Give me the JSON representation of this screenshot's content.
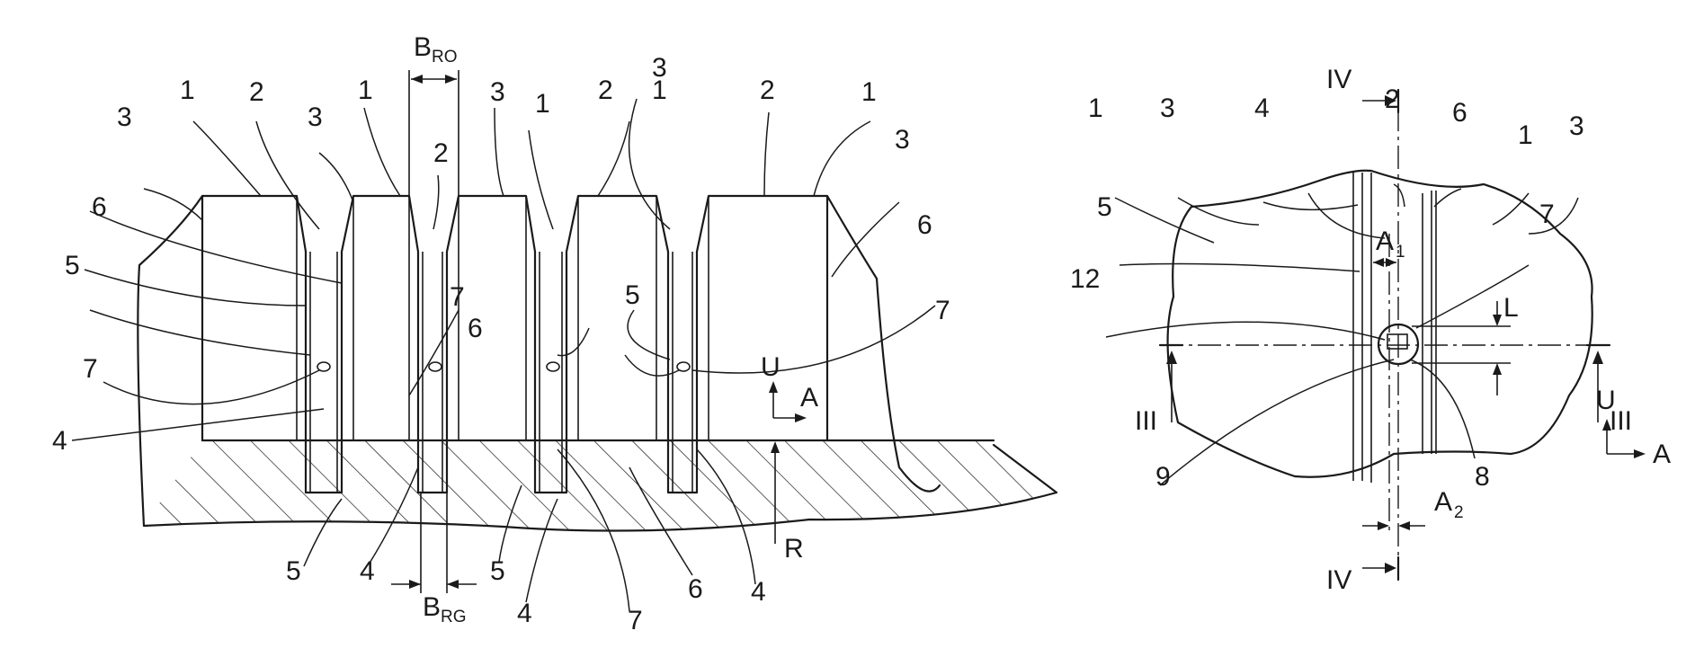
{
  "left_view": {
    "labels": {
      "1": "1",
      "2": "2",
      "3": "3",
      "4": "4",
      "5": "5",
      "6": "6",
      "7": "7",
      "B": "B",
      "RO": "RO",
      "RG": "RG",
      "U": "U",
      "A": "A",
      "R": "R"
    }
  },
  "right_view": {
    "labels": {
      "1": "1",
      "2": "2",
      "3": "3",
      "4": "4",
      "5": "5",
      "6": "6",
      "7": "7",
      "8": "8",
      "9": "9",
      "12": "12",
      "L": "L",
      "A": "A",
      "sub1": "1",
      "sub2": "2",
      "U": "U",
      "III": "III",
      "IV": "IV"
    }
  }
}
